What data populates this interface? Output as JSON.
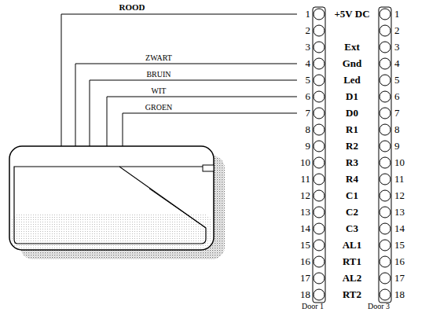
{
  "diagram": {
    "labels": [
      "ROOD",
      "ZWART",
      "BRUIN",
      "WIT",
      "GROEN",
      "1",
      "2",
      "3",
      "4",
      "5",
      "6",
      "7",
      "8",
      "9",
      "10",
      "11",
      "12",
      "13",
      "14",
      "15",
      "16",
      "17",
      "18",
      "+5V DC",
      "Ext",
      "Gnd",
      "Led",
      "D1",
      "D0",
      "R1",
      "R2",
      "R3",
      "R4",
      "C1",
      "C2",
      "C3",
      "AL1",
      "RT1",
      "AL2",
      "RT2",
      "1",
      "2",
      "3",
      "4",
      "5",
      "6",
      "7",
      "8",
      "9",
      "10",
      "11",
      "12",
      "13",
      "14",
      "15",
      "16",
      "17",
      "18",
      "Door 1",
      "Door 3"
    ]
  }
}
